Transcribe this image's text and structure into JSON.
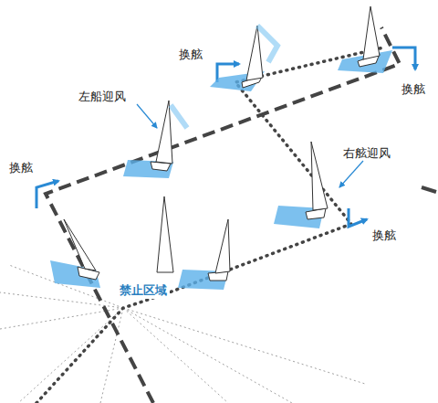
{
  "diagram": {
    "labels": [
      "换舷",
      "换舷",
      "左船迎风",
      "换舷",
      "右舷迎风",
      "换舷",
      "禁止区域"
    ]
  }
}
